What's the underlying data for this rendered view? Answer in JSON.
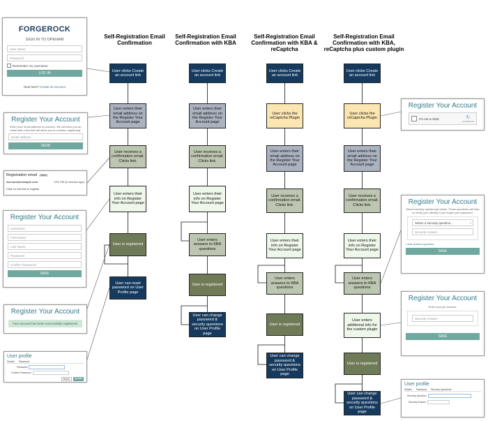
{
  "columns": [
    {
      "id": "c1",
      "title": "Self-Registration Email Confirmation"
    },
    {
      "id": "c2",
      "title": "Self-Registration Email Confirmation with KBA"
    },
    {
      "id": "c3",
      "title": "Self-Registration Email Confirmation with KBA & reCaptcha"
    },
    {
      "id": "c4",
      "title": "Self-Registration Email Confirmation with KBA, reCaptcha plus custom plugin"
    }
  ],
  "steps": {
    "click_link": "User clicks Create an account link",
    "enter_email": "User enters their email address on the Register Your Account page",
    "receives_email": "User receives a confirmation email. Clicks link.",
    "enter_info": "User enters their info on Register Your Account page",
    "registered": "User is registered",
    "reset_password": "User can reset password on User Profile page",
    "kba_answers": "User enters answers to KBA questions",
    "change_password_kba": "User can change password & security questions on User Profile page",
    "recaptcha": "User clicks the reCaptcha Plugin",
    "custom_plugin": "User enters additional info for the custom plugin"
  },
  "login": {
    "brand": "FORGEROCK",
    "heading": "SIGN IN TO OPENAM",
    "username_placeholder": "User Name",
    "password_placeholder": "Password",
    "remember": "Remember my username",
    "button": "LOG IN",
    "new_here": "New here?",
    "create_link": "Create an account"
  },
  "register_email": {
    "title": "Register Your Account",
    "help": "Enter your email address to proceed. We will send you an email with a link that will allow you to continue registering.",
    "email_placeholder": "Email address",
    "button": "SEND"
  },
  "email_msg": {
    "subject": "Registration email",
    "tag": "Inbox",
    "sender": "Account@example.com",
    "time": "3:51 PM (5 minutes ago)",
    "body": "Click on this link to register"
  },
  "register_form": {
    "title": "Register Your Account",
    "fields": [
      "Username",
      "First Name",
      "Last Name",
      "Password",
      "Confirm Password"
    ],
    "button": "SAVE"
  },
  "success": {
    "title": "Register Your Account",
    "message": "Your account has been successfully registered."
  },
  "profile": {
    "title": "User profile",
    "tabs": [
      "Details",
      "Password"
    ],
    "password_label": "Password",
    "confirm_label": "Confirm Password",
    "reset_button": "Reset",
    "update_button": "Update"
  },
  "captcha": {
    "title": "Register Your Account",
    "label": "I'm not a robot",
    "brand": "reCAPTCHA"
  },
  "kba": {
    "title": "Register Your Account",
    "help": "Select security question(s) below. These questions will help us verify your identity if you forget your password.",
    "select_placeholder": "Select a security question...",
    "answer_placeholder": "Security Answer",
    "add_link": "+ Add another question",
    "button": "SAVE"
  },
  "pin": {
    "title": "Register Your Account",
    "prompt": "Enter your pin number:",
    "placeholder": "Security Answer",
    "button": "SAVE"
  },
  "profile2": {
    "title": "User profile",
    "tabs": [
      "Details",
      "Password",
      "Security Questions"
    ],
    "q_label": "Security Question",
    "a_label": "Security Answer"
  }
}
